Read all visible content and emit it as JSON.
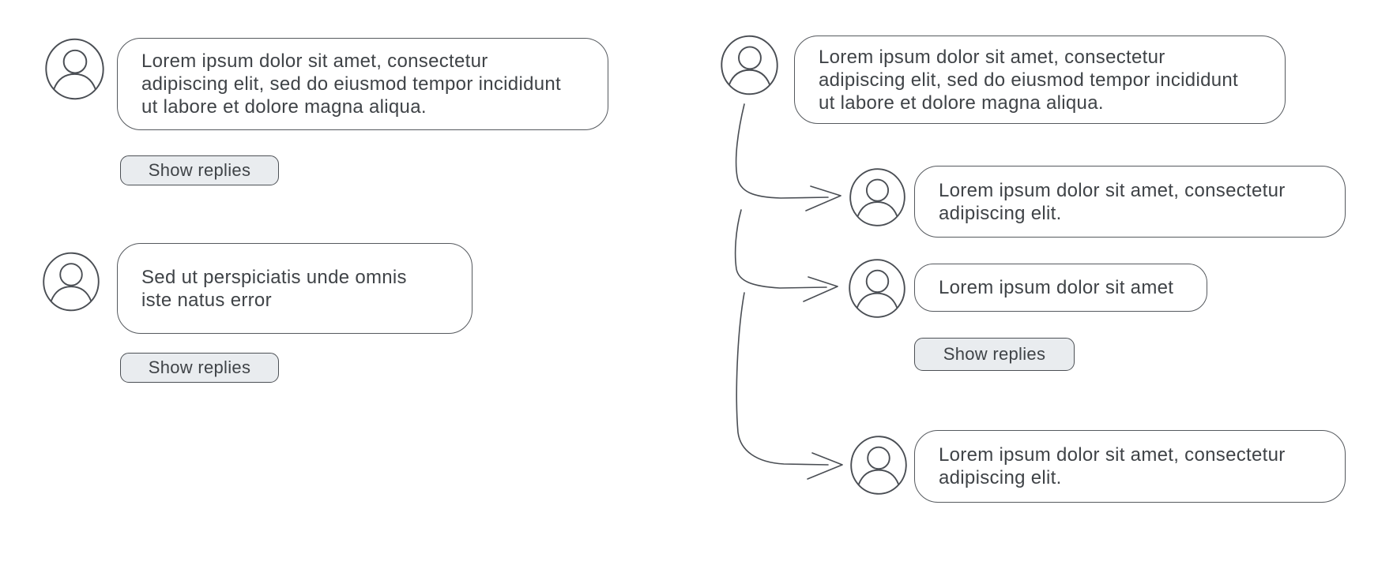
{
  "canvas": {
    "background": "#ffffff",
    "stroke_color": "#4a4e54",
    "text_color": "#3f4347",
    "button_fill": "#e9ecef"
  },
  "labels": {
    "show_replies": "Show replies"
  },
  "left_thread": {
    "comments": [
      {
        "text": "Lorem ipsum dolor sit amet, consectetur\nadipiscing elit, sed do eiusmod tempor incididunt\nut labore et dolore magna aliqua."
      },
      {
        "text": "Sed ut perspiciatis unde omnis\niste natus error"
      }
    ]
  },
  "right_thread": {
    "parent_comment": {
      "text": "Lorem ipsum dolor sit amet, consectetur\nadipiscing elit, sed do eiusmod tempor incididunt\nut labore et dolore magna aliqua."
    },
    "replies": [
      {
        "text": "Lorem ipsum dolor sit amet, consectetur\nadipiscing elit."
      },
      {
        "text": "Lorem ipsum dolor sit amet"
      },
      {
        "text": "Lorem ipsum dolor sit amet, consectetur\nadipiscing elit."
      }
    ]
  },
  "icons": {
    "avatar": "person-in-circle"
  }
}
